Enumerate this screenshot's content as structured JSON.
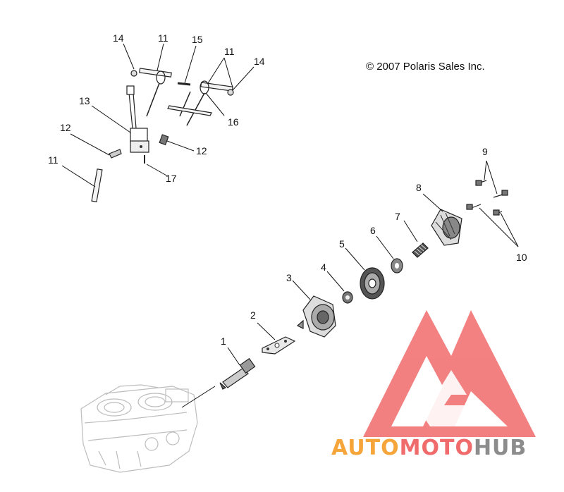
{
  "copyright": "© 2007 Polaris Sales Inc.",
  "watermark": {
    "word_a": "AUTO",
    "word_b": "MOTO",
    "word_c": "HUB",
    "color_a": "#f6a53a",
    "color_b": "#f06b6b",
    "color_c": "#8c8c8c",
    "triangle_color": "#f26b6b"
  },
  "callouts": {
    "c1": "1",
    "c2": "2",
    "c3": "3",
    "c4": "4",
    "c5": "5",
    "c6": "6",
    "c7": "7",
    "c8": "8",
    "c9": "9",
    "c10": "10",
    "c11a": "11",
    "c11b": "11",
    "c11c": "11",
    "c12a": "12",
    "c12b": "12",
    "c13": "13",
    "c14a": "14",
    "c14b": "14",
    "c15": "15",
    "c16": "16",
    "c17": "17"
  }
}
